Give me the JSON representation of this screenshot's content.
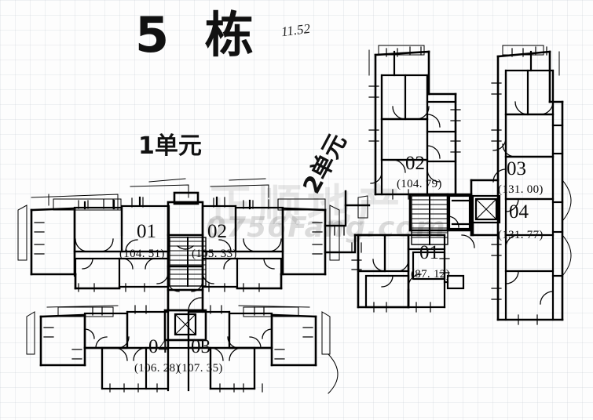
{
  "document": {
    "type": "architectural-floor-plan",
    "title": "5 栋",
    "handwritten_note": "11.52"
  },
  "units": [
    {
      "id": "unit-1",
      "label": "1单元",
      "rotated": false
    },
    {
      "id": "unit-2",
      "label": "2单元",
      "rotated": true
    }
  ],
  "apartments": [
    {
      "key": "left-01",
      "number": "01",
      "area": "(104. 51)"
    },
    {
      "key": "left-02",
      "number": "02",
      "area": "(105. 33)"
    },
    {
      "key": "left-04",
      "number": "04",
      "area": "(106. 28)"
    },
    {
      "key": "left-03",
      "number": "03",
      "area": "(107. 35)"
    },
    {
      "key": "right-02",
      "number": "02",
      "area": "(104. 79)"
    },
    {
      "key": "right-03",
      "number": "03",
      "area": "(131. 00)"
    },
    {
      "key": "right-04",
      "number": "04",
      "area": "(131. 77)"
    },
    {
      "key": "right-01",
      "number": "01",
      "area": "(87. 12)"
    }
  ],
  "watermark": {
    "brand": "正顺地产",
    "url": "0756Fang.com"
  },
  "colors": {
    "ink": "#000000",
    "paper": "#fdfdfd",
    "grid": "#c8cdd4"
  }
}
